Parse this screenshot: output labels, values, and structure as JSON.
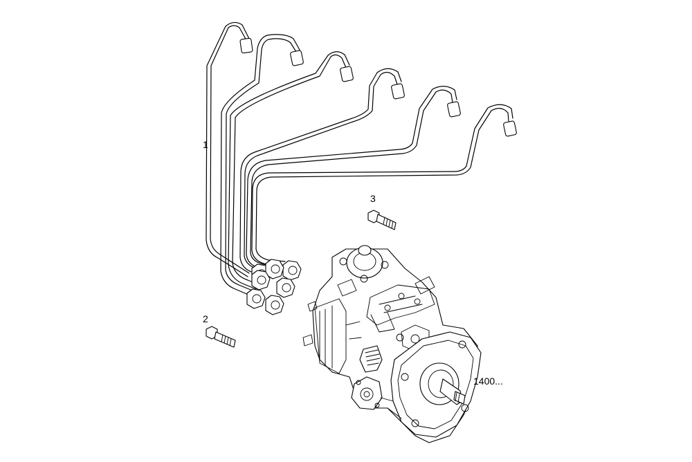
{
  "diagram": {
    "callouts": {
      "part_1": "1",
      "part_2": "2",
      "part_3": "3",
      "pump_ref": "1400..."
    }
  }
}
